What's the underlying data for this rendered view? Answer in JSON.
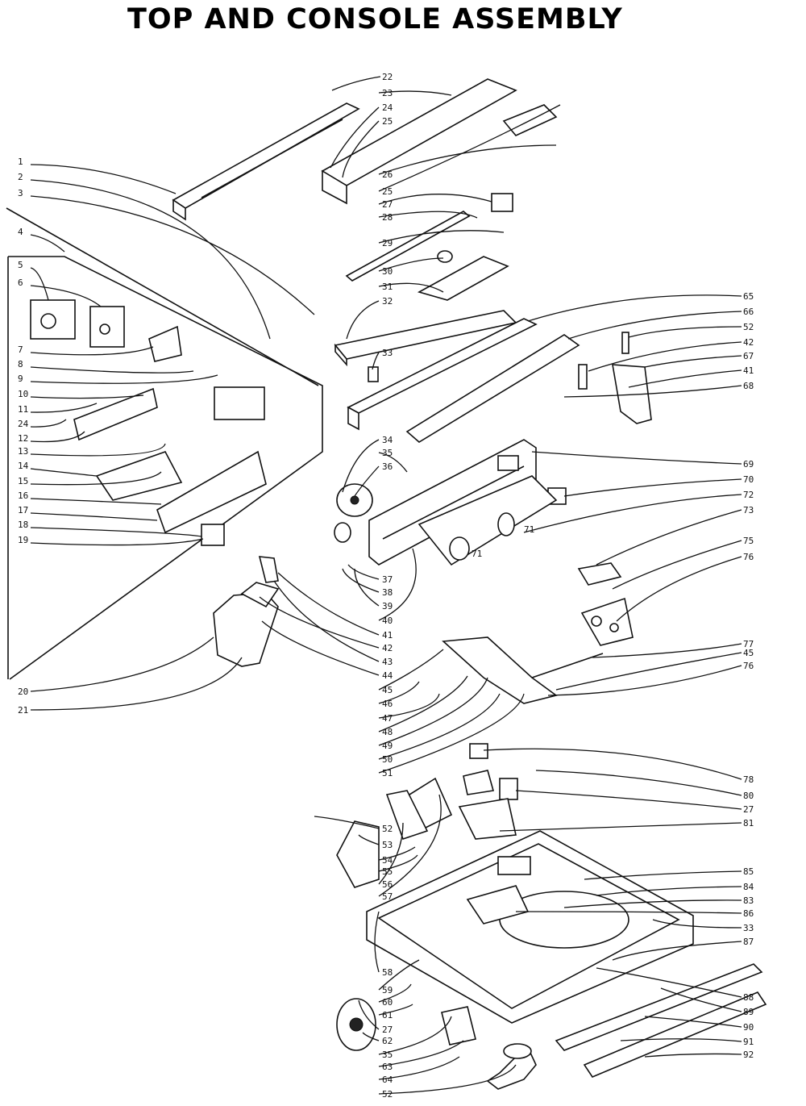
{
  "title": "TOP AND CONSOLE ASSEMBLY",
  "left_labels": [
    "1",
    "2",
    "3",
    "4",
    "5",
    "6",
    "7",
    "8",
    "9",
    "10",
    "11",
    "24",
    "12",
    "13",
    "14",
    "15",
    "16",
    "17",
    "18",
    "19"
  ],
  "bottom_left_labels": [
    "20",
    "21"
  ],
  "upper_center_labels": [
    "22",
    "23",
    "24",
    "25",
    "26",
    "25",
    "27",
    "28",
    "29",
    "30",
    "31",
    "32",
    "33"
  ],
  "middle_center_labels": [
    "34",
    "35",
    "36",
    "37",
    "38",
    "39",
    "40",
    "41",
    "42",
    "43",
    "44"
  ],
  "lower_center_labels": [
    "45",
    "46",
    "47",
    "48",
    "49",
    "50",
    "51"
  ],
  "console_center_labels": [
    "52",
    "53",
    "54",
    "55",
    "56",
    "57"
  ],
  "bottom_center_labels": [
    "58",
    "59",
    "60",
    "61",
    "27",
    "62",
    "35",
    "63",
    "64",
    "52"
  ],
  "right_upper_labels": [
    "65",
    "66",
    "52",
    "42",
    "67",
    "41",
    "68"
  ],
  "right_middle_labels": [
    "69",
    "70",
    "72",
    "73",
    "75",
    "76"
  ],
  "right_lower_labels": [
    "77",
    "45",
    "76"
  ],
  "right_base_labels": [
    "78",
    "80",
    "27",
    "81",
    "85",
    "84",
    "83",
    "86",
    "33",
    "87",
    "88",
    "89",
    "90",
    "91",
    "92"
  ],
  "inner_labels": [
    "71",
    "71"
  ]
}
